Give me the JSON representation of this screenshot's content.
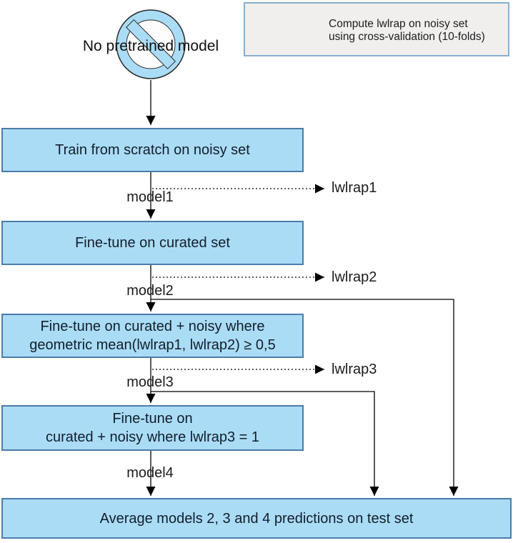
{
  "flowchart": {
    "no_model_note": "No pretrained model",
    "legend": {
      "text_line1": "Compute lwlrap on noisy set",
      "text_line2": "using cross-validation (10-folds)"
    },
    "boxes": {
      "train_scratch": "Train from scratch on noisy set",
      "finetune_curated": "Fine-tune on curated set",
      "finetune_geometric_line1": "Fine-tune on curated + noisy where",
      "finetune_geometric_line2": "geometric mean(lwlrap1, lwlrap2) ≥ 0,5",
      "finetune_lwlrap3_line1": "Fine-tune on",
      "finetune_lwlrap3_line2": "curated + noisy where lwlrap3 = 1",
      "average": "Average models 2, 3 and 4 predictions on test set"
    },
    "edge_labels": {
      "model1": "model1",
      "model2": "model2",
      "model3": "model3",
      "model4": "model4"
    },
    "metric_labels": {
      "lwlrap1": "lwlrap1",
      "lwlrap2": "lwlrap2",
      "lwlrap3": "lwlrap3"
    },
    "colors": {
      "box_fill": "#aadcf6",
      "box_border": "#4a7cab",
      "box_text": "#121f2b",
      "legend_bg": "#f0efee",
      "legend_border": "#88afd3",
      "connector": "#000000"
    }
  }
}
